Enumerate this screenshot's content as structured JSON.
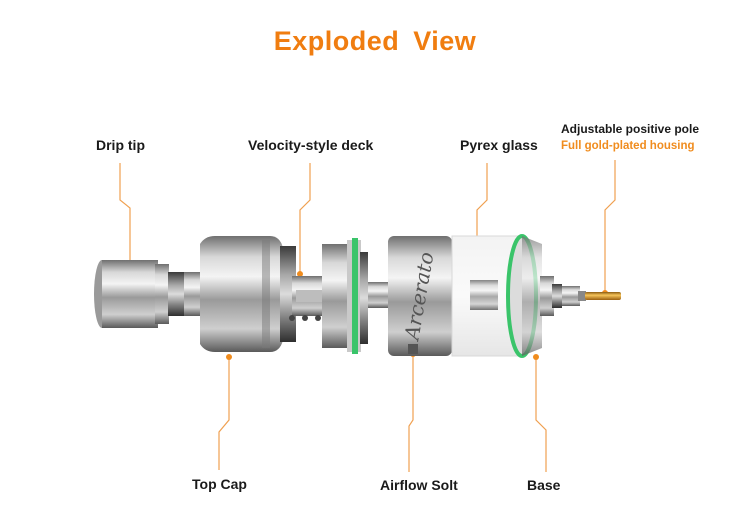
{
  "title": "Exploded View",
  "labels": {
    "drip_tip": "Drip tip",
    "deck": "Velocity-style deck",
    "pyrex": "Pyrex glass",
    "pole": "Adjustable positive pole",
    "pole_sub": "Full gold-plated housing",
    "top_cap": "Top Cap",
    "airflow": "Airflow Solt",
    "base": "Base"
  },
  "engraving": "Arcerato",
  "colors": {
    "accent": "#f07d10",
    "leader": "#f0a050",
    "seal": "#3ac46a"
  }
}
